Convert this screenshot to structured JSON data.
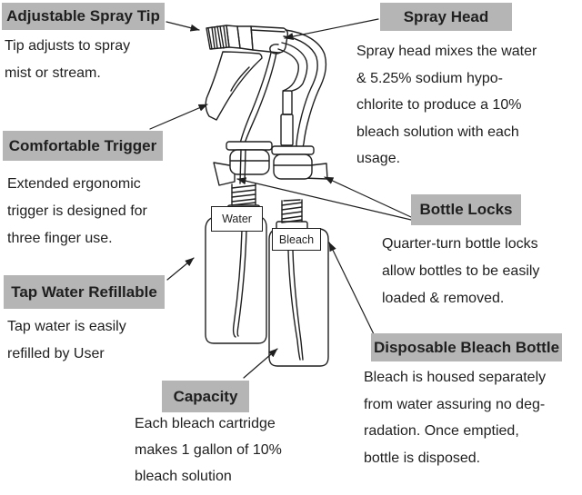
{
  "colors": {
    "ink": "#1f1f1f",
    "label_bg": "#b5b5b5",
    "paper": "#ffffff"
  },
  "annotations": {
    "adjustable_spray_tip": {
      "title": "Adjustable Spray Tip",
      "lines": [
        "Tip adjusts to spray",
        "mist or stream."
      ]
    },
    "spray_head": {
      "title": "Spray Head",
      "lines": [
        "Spray head mixes the water",
        "& 5.25% sodium hypo-",
        "chlorite to produce a 10%",
        "bleach solution with each",
        "usage."
      ]
    },
    "comfortable_trigger": {
      "title": "Comfortable Trigger",
      "lines": [
        "Extended ergonomic",
        "trigger is designed for",
        "three finger use."
      ]
    },
    "tap_water_refillable": {
      "title": "Tap Water Refillable",
      "lines": [
        "Tap water is easily",
        "refilled by User"
      ]
    },
    "bottle_locks": {
      "title": "Bottle Locks",
      "lines": [
        "Quarter-turn bottle locks",
        "allow bottles to be easily",
        "loaded & removed."
      ]
    },
    "capacity": {
      "title": "Capacity",
      "lines": [
        "Each bleach cartridge",
        "makes 1 gallon of 10%",
        "bleach solution"
      ]
    },
    "disposable_bleach_bottle": {
      "title": "Disposable Bleach Bottle",
      "lines": [
        "Bleach is housed separately",
        "from water assuring no deg-",
        "radation. Once emptied,",
        "bottle is disposed."
      ]
    }
  },
  "bottle_labels": {
    "water": "Water",
    "bleach": "Bleach"
  }
}
